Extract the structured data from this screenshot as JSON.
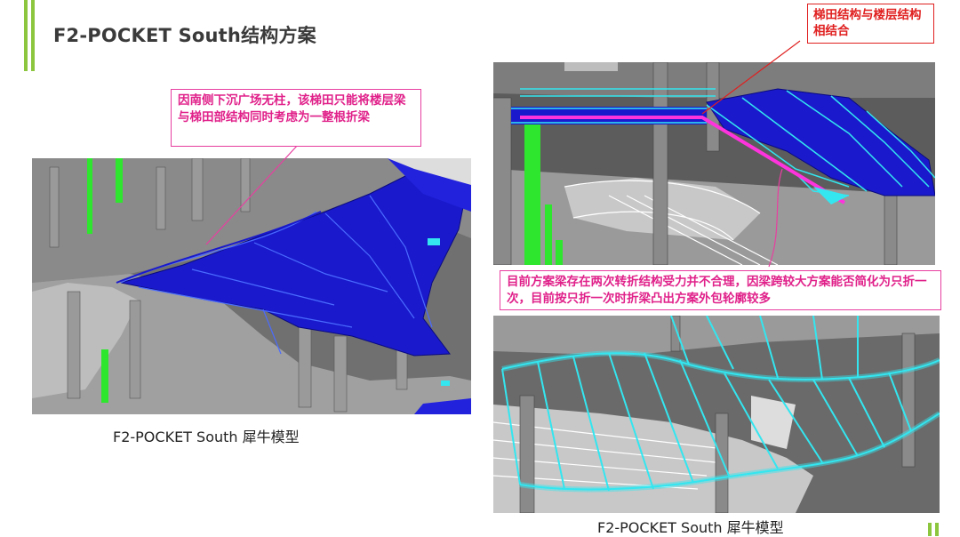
{
  "slide": {
    "title": "F2-POCKET South结构方案",
    "accent_color": "#8cc63f"
  },
  "callouts": {
    "left_note": "因南侧下沉广场无柱，该梯田只能将楼层梁与梯田部结构同时考虑为一整根折梁",
    "top_right_note": "梯田结构与楼层结构相结合",
    "middle_right_note": "目前方案梁存在两次转折结构受力并不合理，因梁跨较大方案能否简化为只折一次，目前按只折一次时折梁凸出方案外包轮廓较多"
  },
  "captions": {
    "left_model": "F2-POCKET South  犀牛模型",
    "right_model": "F2-POCKET South 犀牛模型"
  },
  "colors": {
    "callout_pink": "#e0218a",
    "callout_red": "#e02020",
    "model_blue": "#1a1acc",
    "model_cyan": "#33e6f0",
    "model_green": "#2ee62e"
  }
}
